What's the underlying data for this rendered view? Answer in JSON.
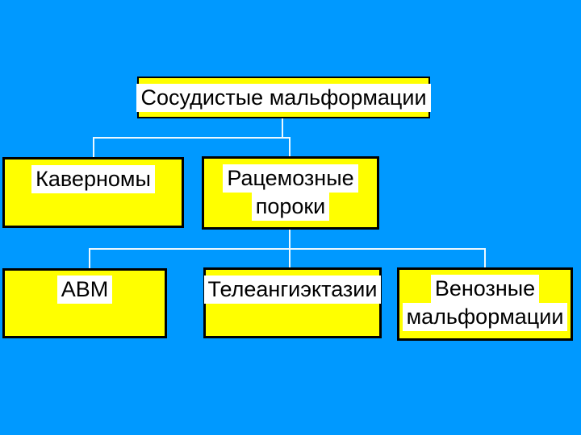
{
  "slide": {
    "background_color": "#0099ff",
    "node_fill_color": "#ffff00",
    "node_border_color": "#000000",
    "text_highlight_color": "#ffffff",
    "text_color": "#000000",
    "connector_color": "#ecf8ff"
  },
  "nodes": {
    "root": {
      "lines": [
        "Сосудистые мальформации"
      ]
    },
    "cavernomas": {
      "lines": [
        "Каверномы"
      ]
    },
    "racemose": {
      "lines": [
        "Рацемозные",
        "пороки"
      ]
    },
    "avm": {
      "lines": [
        "АВМ"
      ]
    },
    "telangiectasia": {
      "lines": [
        "Телеангиэктазии"
      ]
    },
    "venous": {
      "lines": [
        "Венозные",
        "мальформации"
      ]
    }
  },
  "edges": [
    [
      "root",
      "cavernomas"
    ],
    [
      "root",
      "racemose"
    ],
    [
      "racemose",
      "avm"
    ],
    [
      "racemose",
      "telangiectasia"
    ],
    [
      "racemose",
      "venous"
    ]
  ]
}
